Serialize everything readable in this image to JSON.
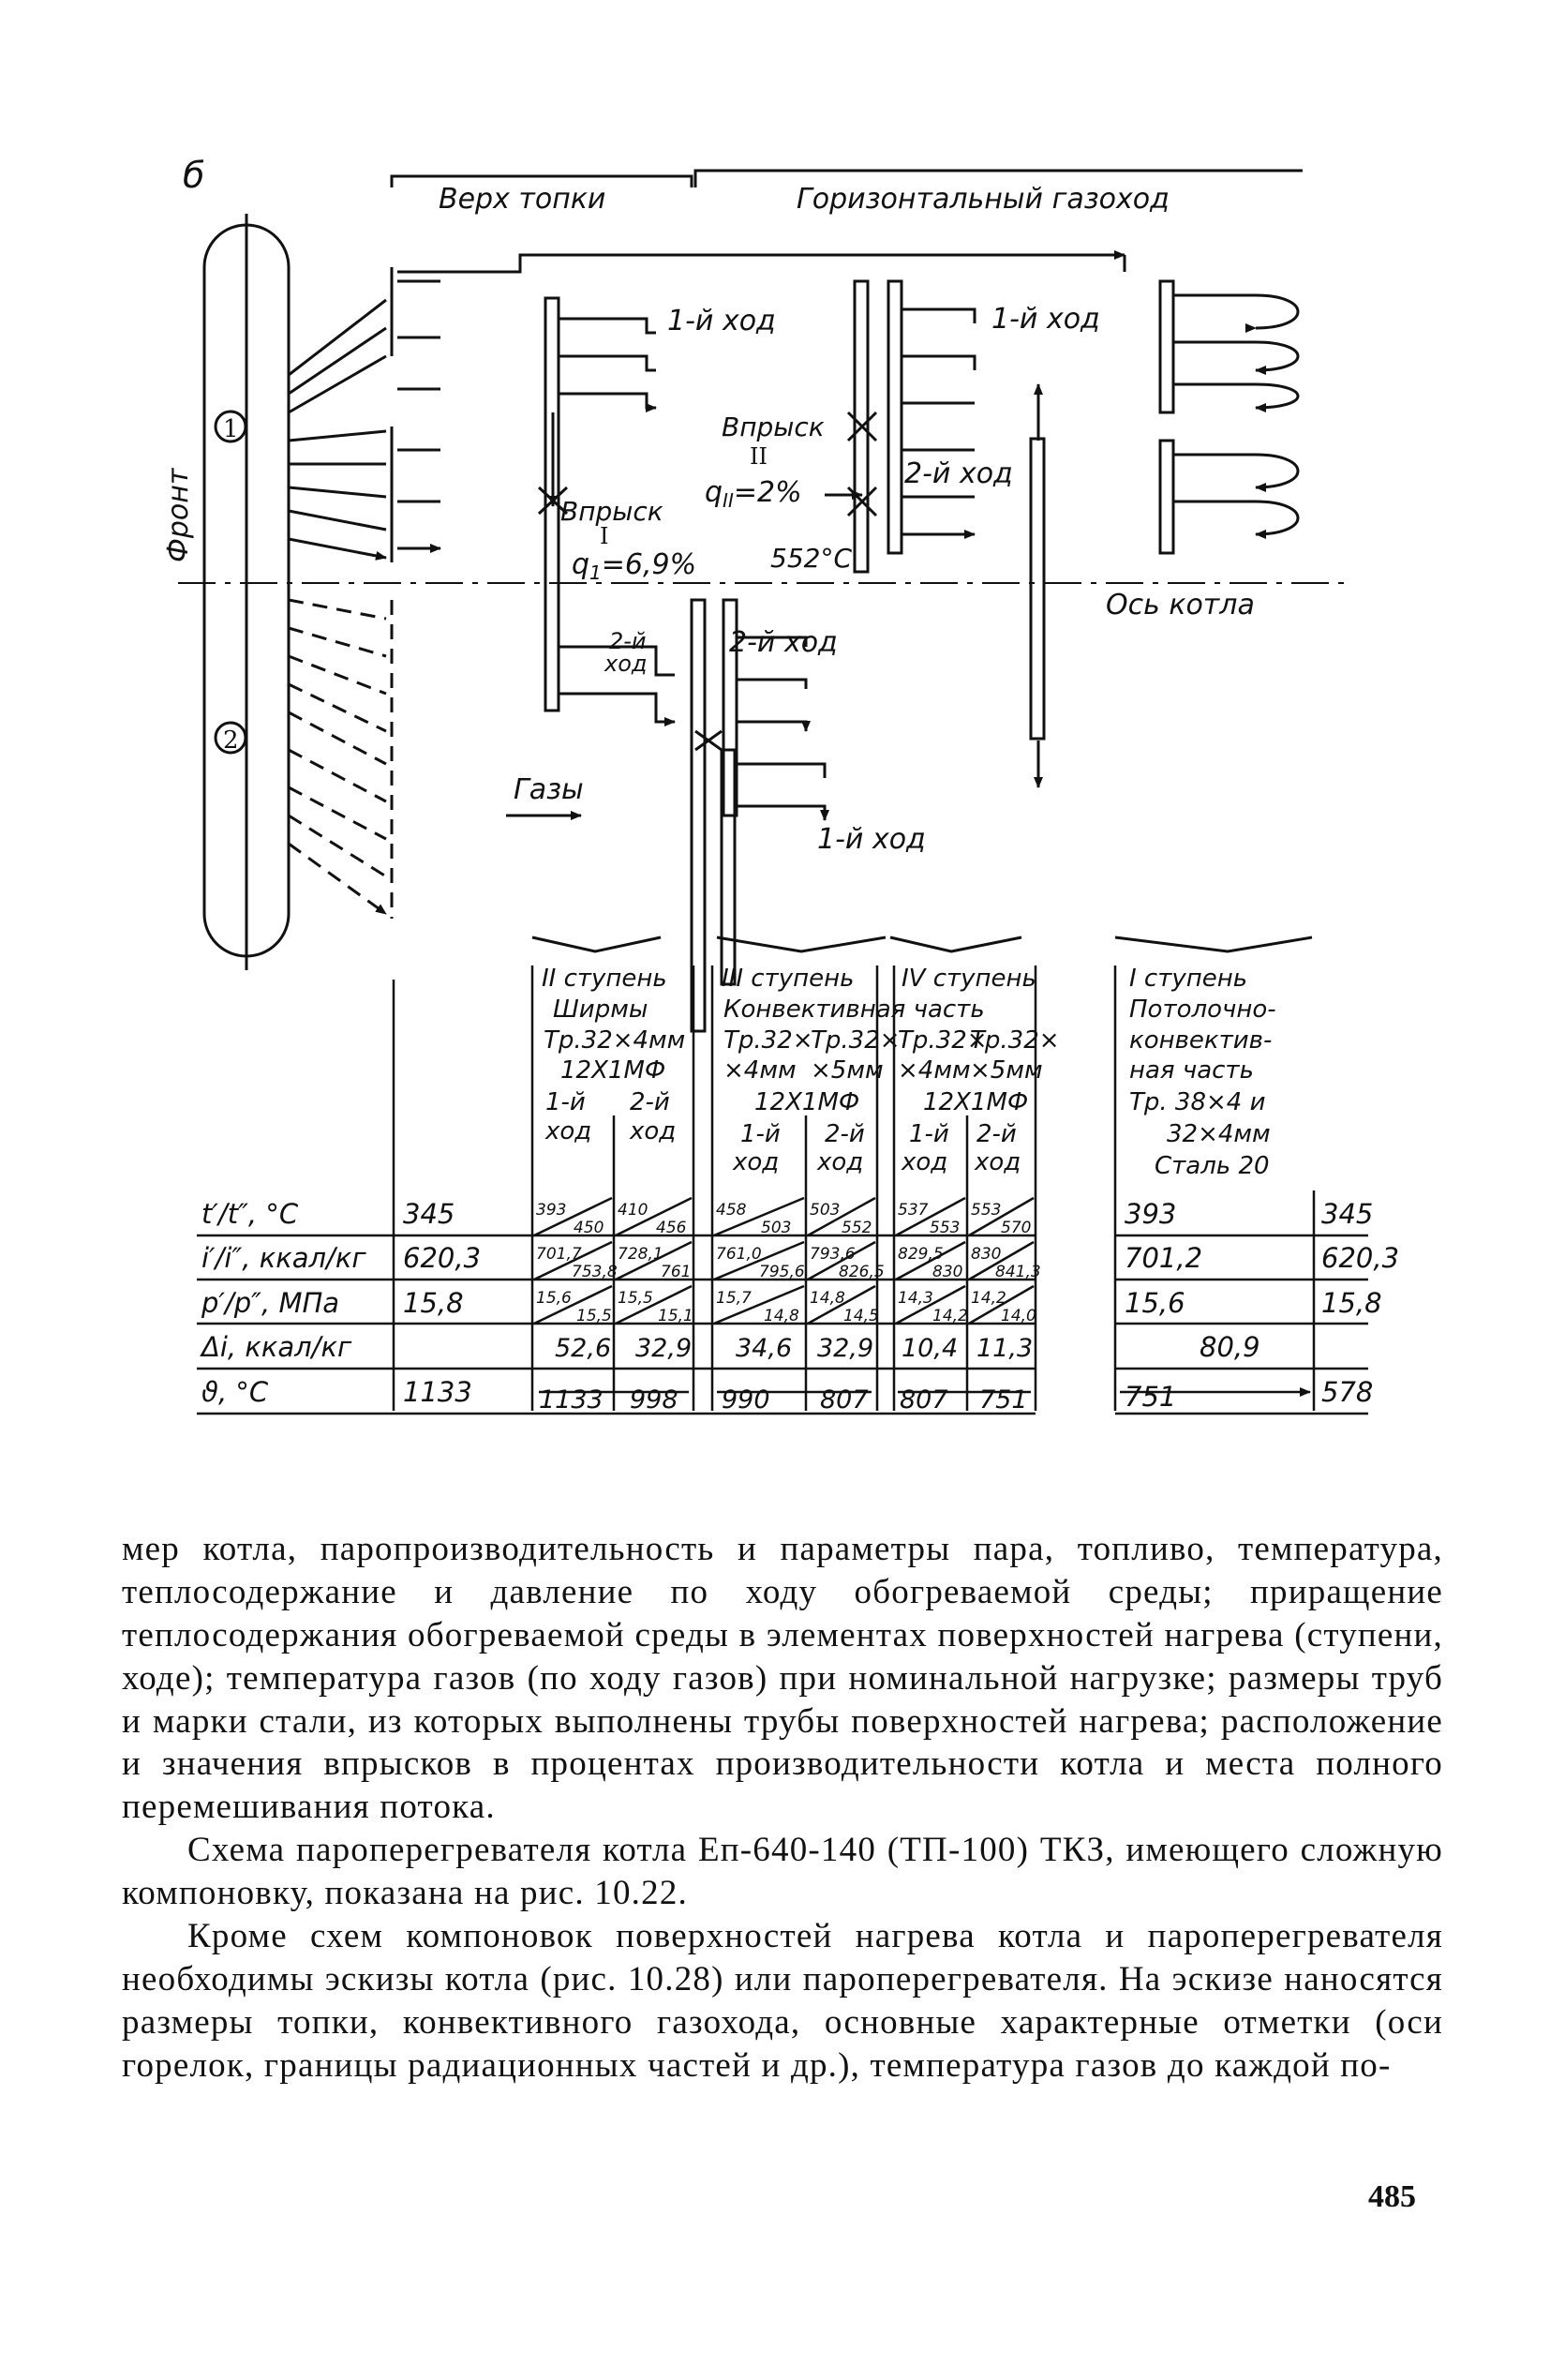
{
  "diagram": {
    "panel_letter": "б",
    "top_labels": {
      "furnace_top": "Верх топки",
      "horizontal_duct": "Горизонтальный газоход"
    },
    "front_label": "Фронт",
    "drum_marks": [
      "1",
      "2"
    ],
    "pass_labels": {
      "first": "1-й ход",
      "second": "2-й ход",
      "second_short_a": "2-й",
      "second_short_b": "ход"
    },
    "injection_2": {
      "title": "Впрыск",
      "roman": "II",
      "value": "q",
      "sub": "II",
      "rest": "=2%"
    },
    "injection_1": {
      "title": "Впрыск",
      "roman": "I",
      "value": "q",
      "sub": "1",
      "rest": "=6,9%"
    },
    "temp_552": "552°С",
    "axis_label": "Ось котла",
    "gases_label": "Газы"
  },
  "stages": {
    "stage2": [
      "II ступень",
      "Ширмы",
      "Тр.32×4мм",
      "12Х1МФ"
    ],
    "stage3": [
      "III ступень",
      "Конвективная часть",
      "Тр.32×",
      "Тр.32×",
      "×4мм",
      "×5мм",
      "12Х1МФ"
    ],
    "stage4": [
      "IV ступень",
      "Тр.32×",
      "Тр.32×",
      "×4мм",
      "×5мм",
      "12Х1МФ"
    ],
    "stage1": [
      "I ступень",
      "Потолочно-",
      "конвектив-",
      "ная часть",
      "Тр. 38×4 и",
      "32×4мм",
      "Сталь 20"
    ],
    "pass_first": [
      "1-й",
      "ход"
    ],
    "pass_second": [
      "2-й",
      "ход"
    ]
  },
  "table": {
    "row_labels": [
      "t′/t″, °С",
      "i′/i″, ккал/кг",
      "p′/p″, МПа",
      "Δi, ккал/кг",
      "ϑ, °С"
    ],
    "inlet": [
      "345",
      "620,3",
      "15,8",
      "",
      "1133"
    ],
    "cells": {
      "s2p1": {
        "t": [
          "393",
          "450"
        ],
        "i": [
          "701,7",
          "753,8"
        ],
        "p": [
          "15,6",
          "15,5"
        ]
      },
      "s2p2": {
        "t": [
          "410",
          "456"
        ],
        "i": [
          "728,1",
          "761"
        ],
        "p": [
          "15,5",
          "15,1"
        ]
      },
      "s3p1": {
        "t": [
          "458",
          "503"
        ],
        "i": [
          "761,0",
          "795,6"
        ],
        "p": [
          "15,7",
          "14,8"
        ]
      },
      "s3p2": {
        "t": [
          "503",
          "552"
        ],
        "i": [
          "793,6",
          "826,5"
        ],
        "p": [
          "14,8",
          "14,5"
        ]
      },
      "s4p1": {
        "t": [
          "537",
          "553"
        ],
        "i": [
          "829,5",
          "830"
        ],
        "p": [
          "14,3",
          "14,2"
        ]
      },
      "s4p2": {
        "t": [
          "553",
          "570"
        ],
        "i": [
          "830",
          "841,3"
        ],
        "p": [
          "14,2",
          "14,0"
        ]
      }
    },
    "delta_i": [
      "52,6",
      "32,9",
      "34,6",
      "32,9",
      "10,4",
      "11,3"
    ],
    "gas_temps": [
      "1133",
      "998",
      "990",
      "807",
      "807",
      "751"
    ],
    "stage1_col": {
      "t": "393",
      "i": "701,2",
      "p": "15,6",
      "delta": "80,9",
      "gas": "751"
    },
    "outlet": [
      "345",
      "620,3",
      "15,8",
      "",
      "578"
    ]
  },
  "text": {
    "p1": "мер котла, паропроизводительность и параметры пара, топливо, температура, теплосодержание и давление по ходу обогреваемой среды; приращение теплосодержания обогреваемой среды в элементах поверхностей нагрева (ступени, ходе); температура газов (по ходу газов) при номинальной нагрузке; размеры труб и марки стали, из которых выполнены трубы поверхностей нагрева; расположение и значения впрысков в процентах производительности котла и места полного перемешивания потока.",
    "p2": "Схема пароперегревателя котла Еп-640-140 (ТП-100) ТКЗ, имеющего сложную компоновку, показана на рис. 10.22.",
    "p3": "Кроме схем компоновок поверхностей нагрева котла и пароперегревателя необходимы эскизы котла (рис. 10.28) или пароперегревателя. На эскизе наносятся размеры топки, конвективного газохода, основные характерные отметки (оси горелок, границы радиационных частей и др.), температура газов до каждой по-"
  },
  "page_number": "485"
}
